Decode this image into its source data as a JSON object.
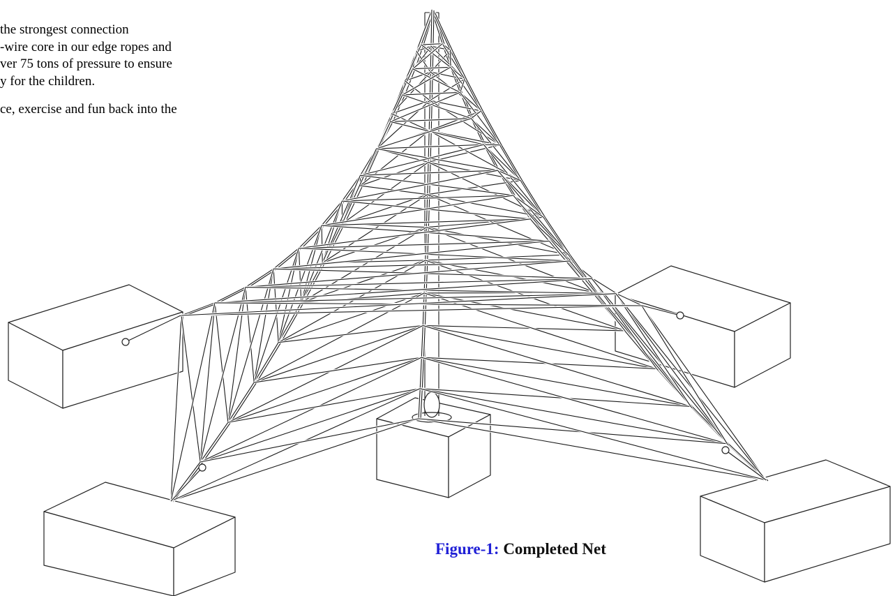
{
  "intro": {
    "lines": [
      "the strongest connection",
      "-wire core in our edge ropes and",
      "ver 75 tons of pressure to ensure",
      "y for the children."
    ],
    "closing": "ce,  exercise and fun back into the"
  },
  "figure": {
    "label": "Figure-1:",
    "caption": "Completed Net"
  },
  "colors": {
    "caption_label": "#1f1fd6",
    "line_art": "#1a1a1a"
  }
}
